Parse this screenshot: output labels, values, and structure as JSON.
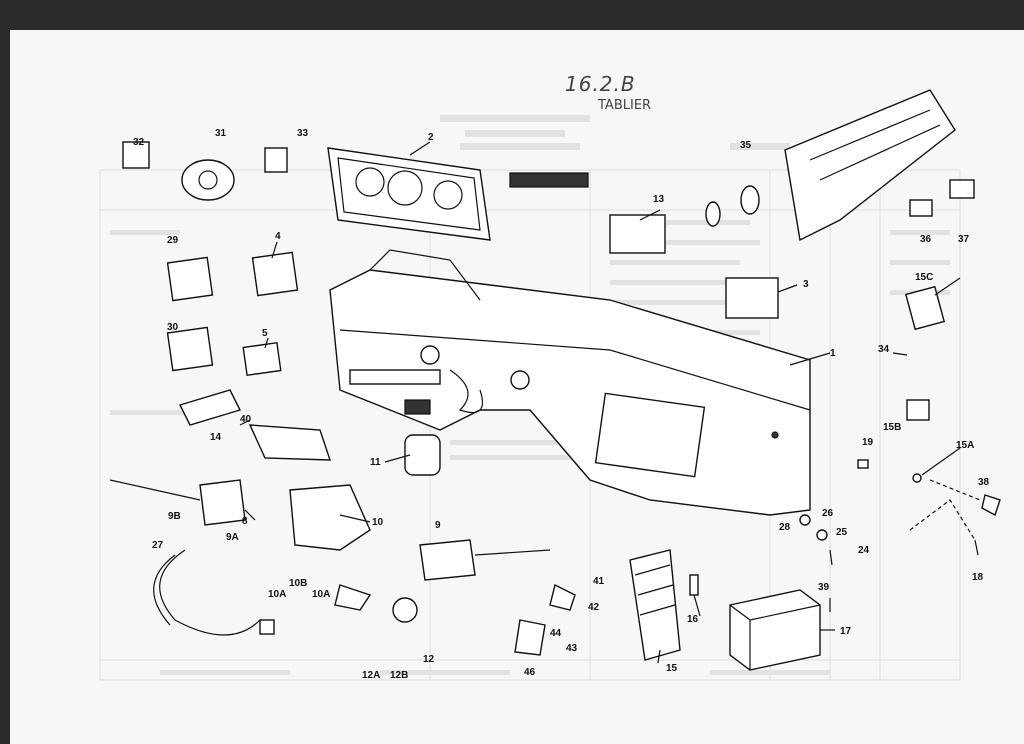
{
  "handwriting": {
    "code": "16.2.B",
    "subtitle": "TABLIER"
  },
  "callouts": [
    {
      "id": "1",
      "label": "1"
    },
    {
      "id": "2",
      "label": "2"
    },
    {
      "id": "3",
      "label": "3"
    },
    {
      "id": "4",
      "label": "4"
    },
    {
      "id": "5",
      "label": "5"
    },
    {
      "id": "8",
      "label": "8"
    },
    {
      "id": "9",
      "label": "9"
    },
    {
      "id": "9A",
      "label": "9A"
    },
    {
      "id": "9B",
      "label": "9B"
    },
    {
      "id": "10",
      "label": "10"
    },
    {
      "id": "10A1",
      "label": "10A"
    },
    {
      "id": "10A2",
      "label": "10A"
    },
    {
      "id": "10B",
      "label": "10B"
    },
    {
      "id": "11",
      "label": "11"
    },
    {
      "id": "12",
      "label": "12"
    },
    {
      "id": "12A",
      "label": "12A"
    },
    {
      "id": "12B",
      "label": "12B"
    },
    {
      "id": "13",
      "label": "13"
    },
    {
      "id": "14",
      "label": "14"
    },
    {
      "id": "15",
      "label": "15"
    },
    {
      "id": "15A",
      "label": "15A"
    },
    {
      "id": "15B",
      "label": "15B"
    },
    {
      "id": "15C",
      "label": "15C"
    },
    {
      "id": "16",
      "label": "16"
    },
    {
      "id": "17",
      "label": "17"
    },
    {
      "id": "18",
      "label": "18"
    },
    {
      "id": "19",
      "label": "19"
    },
    {
      "id": "24",
      "label": "24"
    },
    {
      "id": "25",
      "label": "25"
    },
    {
      "id": "26",
      "label": "26"
    },
    {
      "id": "27",
      "label": "27"
    },
    {
      "id": "28",
      "label": "28"
    },
    {
      "id": "29",
      "label": "29"
    },
    {
      "id": "30",
      "label": "30"
    },
    {
      "id": "31",
      "label": "31"
    },
    {
      "id": "32",
      "label": "32"
    },
    {
      "id": "33",
      "label": "33"
    },
    {
      "id": "34",
      "label": "34"
    },
    {
      "id": "35",
      "label": "35"
    },
    {
      "id": "36",
      "label": "36"
    },
    {
      "id": "37",
      "label": "37"
    },
    {
      "id": "38",
      "label": "38"
    },
    {
      "id": "39",
      "label": "39"
    },
    {
      "id": "40",
      "label": "40"
    },
    {
      "id": "41",
      "label": "41"
    },
    {
      "id": "42",
      "label": "42"
    },
    {
      "id": "43",
      "label": "43"
    },
    {
      "id": "44",
      "label": "44"
    },
    {
      "id": "46",
      "label": "46"
    }
  ]
}
